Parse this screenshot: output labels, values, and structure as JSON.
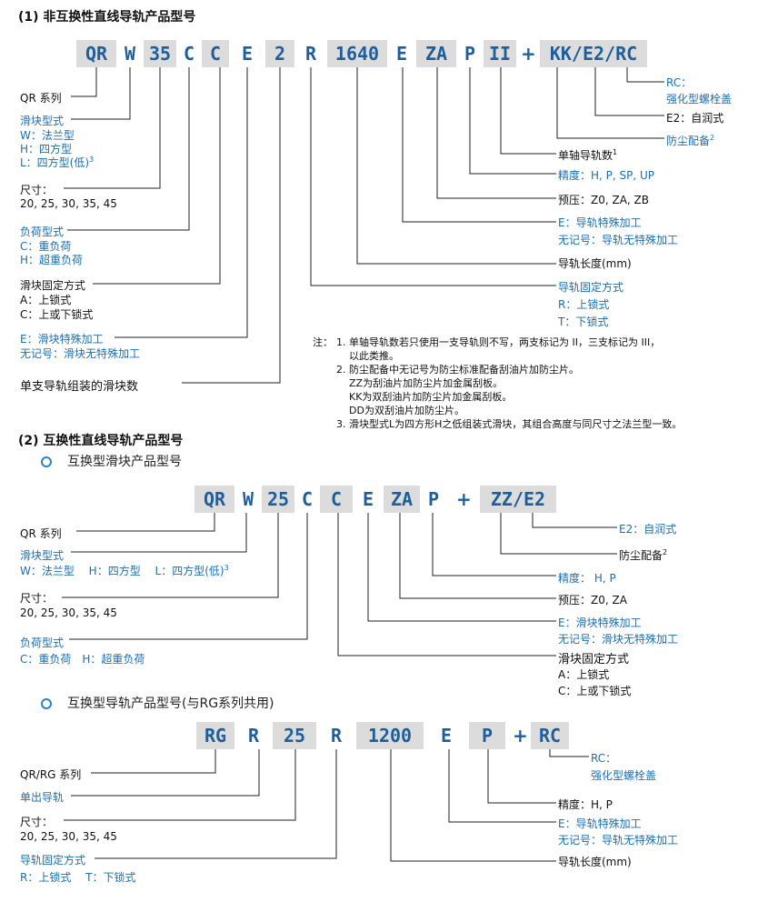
{
  "section1": {
    "title": "(1) 非互换性直线导轨产品型号",
    "code": [
      "QR",
      "W",
      "35",
      "C",
      "C",
      "E",
      "2",
      "R",
      "1640",
      "E",
      "ZA",
      "P",
      "II",
      "+",
      "KK/E2/RC"
    ],
    "left": {
      "series": "QR 系列",
      "block_type_title": "滑块型式",
      "block_type_w": "W：法兰型",
      "block_type_h": "H：四方型",
      "block_type_l": "L：四方型(低)",
      "sup3": "3",
      "size_title": "尺寸：",
      "size_values": "20, 25, 30, 35, 45",
      "load_title": "负荷型式",
      "load_c": "C：重负荷",
      "load_h": "H：超重负荷",
      "fix_title": "滑块固定方式",
      "fix_a": "A：上锁式",
      "fix_c": "C：上或下锁式",
      "special_e": "E：滑块特殊加工",
      "special_none": "无记号：滑块无特殊加工",
      "count": "单支导轨组装的滑块数"
    },
    "right": {
      "rc_title": "RC：",
      "rc_desc": "强化型螺栓盖",
      "e2": "E2：自润式",
      "dust": "防尘配备",
      "sup2": "2",
      "rail_count": "单轴导轨数",
      "sup1": "1",
      "precision": "精度：H, P, SP, UP",
      "preload": "预压：Z0, ZA, ZB",
      "rail_e": "E：导轨特殊加工",
      "rail_none": "无记号：导轨无特殊加工",
      "rail_length": "导轨长度(mm)",
      "rail_fix_title": "导轨固定方式",
      "rail_fix_r": "R：上锁式",
      "rail_fix_t": "T：下锁式"
    },
    "notes": {
      "label": "注：",
      "n1a": "1. 单轴导轨数若只使用一支导轨则不写，两支标记为 II，三支标记为 III，",
      "n1b": "以此类推。",
      "n2a": "2. 防尘配备中无记号为防尘标准配备刮油片加防尘片。",
      "n2b": "ZZ为刮油片加防尘片加金属刮板。",
      "n2c": "KK为双刮油片加防尘片加金属刮板。",
      "n2d": "DD为双刮油片加防尘片。",
      "n3": "3. 滑块型式L为四方形H之低组装式滑块，其组合高度与同尺寸之法兰型一致。"
    }
  },
  "section2": {
    "title": "(2) 互换性直线导轨产品型号",
    "block_subtitle": "互换型滑块产品型号",
    "block_code": [
      "QR",
      "W",
      "25",
      "C",
      "C",
      "E",
      "ZA",
      "P",
      "+",
      "ZZ/E2"
    ],
    "block_left": {
      "series": "QR 系列",
      "type_title": "滑块型式",
      "type_values": "W：法兰型　 H：四方型　 L：四方型(低)",
      "sup3": "3",
      "size_title": "尺寸：",
      "size_values": "20, 25, 30, 35, 45",
      "load_title": "负荷型式",
      "load_values": "C：重负荷　H：超重负荷"
    },
    "block_right": {
      "e2": "E2：自润式",
      "dust": "防尘配备",
      "sup2": "2",
      "precision": "精度：  H, P",
      "preload": "预压：Z0, ZA",
      "e": "E：滑块特殊加工",
      "none": "无记号：滑块无特殊加工",
      "fix_title": "滑块固定方式",
      "fix_a": "A：上锁式",
      "fix_c": "C：上或下锁式"
    },
    "rail_subtitle": "互换型导轨产品型号(与RG系列共用)",
    "rail_code": [
      "RG",
      "R",
      "25",
      "R",
      "1200",
      "E",
      "P",
      "+",
      "RC"
    ],
    "rail_left": {
      "series": "QR/RG 系列",
      "single": "单出导轨",
      "size_title": "尺寸：",
      "size_values": "20, 25, 30, 35, 45",
      "fix_title": "导轨固定方式",
      "fix_values": "R：上锁式　 T：下锁式"
    },
    "rail_right": {
      "rc_title": "RC：",
      "rc_desc": "强化型螺栓盖",
      "precision": "精度：H, P",
      "e": "E：导轨特殊加工",
      "none": "无记号：导轨无特殊加工",
      "length": "导轨长度(mm)"
    }
  },
  "colors": {
    "box_gray": "#dcdcdc",
    "code_text": "#1d5f9e",
    "accent_blue": "#1b6fb5",
    "bullet": "#2a82c9"
  }
}
